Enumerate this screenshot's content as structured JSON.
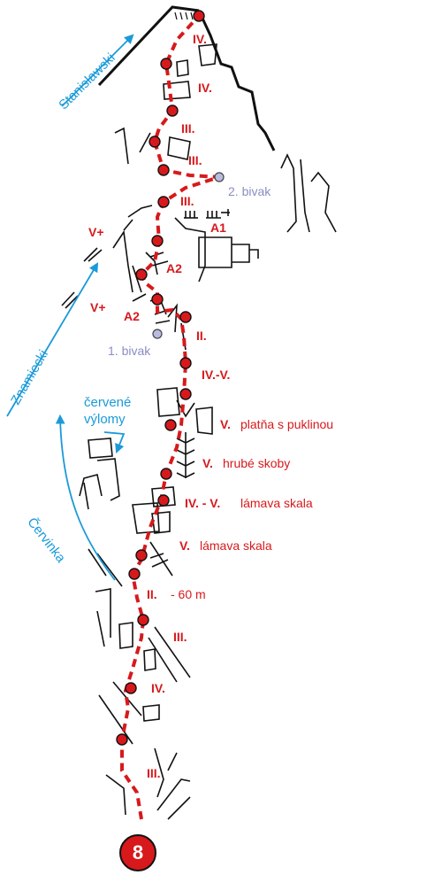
{
  "colors": {
    "route": "#d7191c",
    "rock": "#111111",
    "neighbour_routes": "#1a9ad9",
    "bivak": "#8a8dc4"
  },
  "route_number": "8",
  "grades": {
    "g1": "IV.",
    "g2": "IV.",
    "g3": "III.",
    "g4": "III.",
    "g5": "III.",
    "g6": "A1",
    "g7": "V+",
    "g8": "A2",
    "g9": "V+",
    "g10": "A2",
    "g11": "II.",
    "g12": "IV.-V.",
    "g13": "V.",
    "g14": "V.",
    "g15": "IV. - V.",
    "g16": "V.",
    "g17": "II.",
    "g18": "III.",
    "g19": "IV.",
    "g20": "III."
  },
  "notes": {
    "n1": "platňa s puklinou",
    "n2": "hrubé skoby",
    "n3": "lámava skala",
    "n4": "lámava skala",
    "n5": "- 60 m"
  },
  "bivaks": {
    "b1": "2. bivak",
    "b2": "1. bivak"
  },
  "neighbour_routes": {
    "r1": "Stanislawski",
    "r2": "Znamiecki",
    "r3": "Červinka"
  },
  "legend_red_breakouts": {
    "line1": "červené",
    "line2": "výlomy"
  }
}
